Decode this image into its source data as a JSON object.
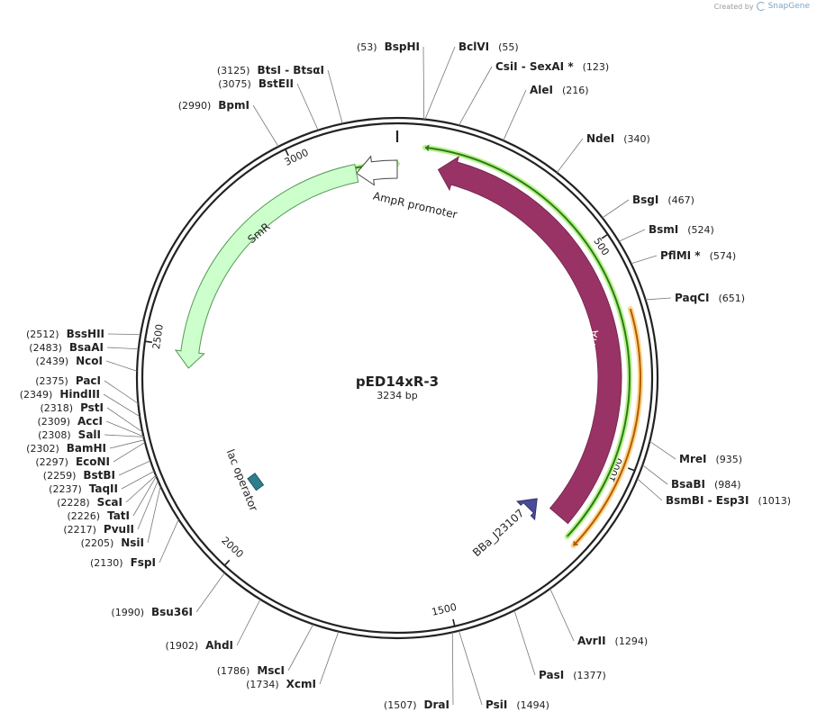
{
  "credit": {
    "created_by": "Created by",
    "brand": "SnapGene"
  },
  "plasmid": {
    "name": "pED14xR-3",
    "size_label": "3234 bp",
    "length": 3234
  },
  "ticks": [
    {
      "bp": 500,
      "label": "500"
    },
    {
      "bp": 1000,
      "label": "1000"
    },
    {
      "bp": 1500,
      "label": "1500"
    },
    {
      "bp": 2000,
      "label": "2000"
    },
    {
      "bp": 2500,
      "label": "2500"
    },
    {
      "bp": 3000,
      "label": "3000"
    }
  ],
  "features": [
    {
      "name": "AmpR promoter",
      "label": "AmpR promoter",
      "start": 3133,
      "end": 3234,
      "direction": "reverse",
      "fill": "#ffffff",
      "stroke": "#444444",
      "kind": "promoter"
    },
    {
      "name": "SmR",
      "label": "SmR",
      "start": 2450,
      "end": 3133,
      "direction": "reverse",
      "fill": "#ccffcc",
      "stroke": "#559955",
      "kind": "cds"
    },
    {
      "name": "trfA",
      "label": "trfA",
      "start": 100,
      "end": 1172,
      "direction": "reverse",
      "fill": "#993366",
      "stroke": "#7a2850",
      "kind": "cds"
    },
    {
      "name": "BBa_J23107",
      "label": "BBa_J23107",
      "start": 1175,
      "end": 1210,
      "direction": "reverse",
      "fill": "#4b4b9a",
      "stroke": "#33336e",
      "kind": "promoter"
    },
    {
      "name": "lac operator",
      "label": "lac operator",
      "start": 2090,
      "end": 2110,
      "direction": "none",
      "fill": "#2e7e8e",
      "stroke": "#1f5863",
      "kind": "operator"
    }
  ],
  "arcs": [
    {
      "name": "smr-outer-arc",
      "start": 3000,
      "end": 3234,
      "color": "#2d7a1a",
      "glow": "#b7f28a",
      "direction": "reverse"
    },
    {
      "name": "trfa-outer-arc",
      "start": 62,
      "end": 1195,
      "color": "#2d7a1a",
      "glow": "#b7f28a",
      "direction": "reverse"
    },
    {
      "name": "orange-arc",
      "start": 660,
      "end": 1200,
      "color": "#b25c00",
      "glow": "#ffd48a",
      "direction": "forward"
    }
  ],
  "sites": [
    {
      "name": "BspHI",
      "pos": "(53)",
      "bp": 53
    },
    {
      "name": "BclVI",
      "pos": "(55)",
      "bp": 55
    },
    {
      "name": "CsiI  - SexAI *",
      "pos": "(123)",
      "bp": 123
    },
    {
      "name": "AleI",
      "pos": "(216)",
      "bp": 216
    },
    {
      "name": "NdeI",
      "pos": "(340)",
      "bp": 340
    },
    {
      "name": "BsgI",
      "pos": "(467)",
      "bp": 467
    },
    {
      "name": "BsmI",
      "pos": "(524)",
      "bp": 524
    },
    {
      "name": "PflMI *",
      "pos": "(574)",
      "bp": 574
    },
    {
      "name": "PaqCI",
      "pos": "(651)",
      "bp": 651
    },
    {
      "name": "MreI",
      "pos": "(935)",
      "bp": 935
    },
    {
      "name": "BsaBI",
      "pos": "(984)",
      "bp": 984
    },
    {
      "name": "BsmBI  - Esp3I",
      "pos": "(1013)",
      "bp": 1013
    },
    {
      "name": "AvrII",
      "pos": "(1294)",
      "bp": 1294
    },
    {
      "name": "PasI",
      "pos": "(1377)",
      "bp": 1377
    },
    {
      "name": "PsiI",
      "pos": "(1494)",
      "bp": 1494
    },
    {
      "name": "DraI",
      "pos": "(1507)",
      "bp": 1507
    },
    {
      "name": "XcmI",
      "pos": "(1734)",
      "bp": 1734
    },
    {
      "name": "MscI",
      "pos": "(1786)",
      "bp": 1786
    },
    {
      "name": "AhdI",
      "pos": "(1902)",
      "bp": 1902
    },
    {
      "name": "Bsu36I",
      "pos": "(1990)",
      "bp": 1990
    },
    {
      "name": "FspI",
      "pos": "(2130)",
      "bp": 2130
    },
    {
      "name": "NsiI",
      "pos": "(2205)",
      "bp": 2205
    },
    {
      "name": "PvuII",
      "pos": "(2217)",
      "bp": 2217
    },
    {
      "name": "TatI",
      "pos": "(2226)",
      "bp": 2226
    },
    {
      "name": "ScaI",
      "pos": "(2228)",
      "bp": 2228
    },
    {
      "name": "TaqII",
      "pos": "(2237)",
      "bp": 2237
    },
    {
      "name": "BstBI",
      "pos": "(2259)",
      "bp": 2259
    },
    {
      "name": "EcoNI",
      "pos": "(2297)",
      "bp": 2297
    },
    {
      "name": "BamHI",
      "pos": "(2302)",
      "bp": 2302
    },
    {
      "name": "SalI",
      "pos": "(2308)",
      "bp": 2308
    },
    {
      "name": "AccI",
      "pos": "(2309)",
      "bp": 2309
    },
    {
      "name": "PstI",
      "pos": "(2318)",
      "bp": 2318
    },
    {
      "name": "HindIII",
      "pos": "(2349)",
      "bp": 2349
    },
    {
      "name": "PacI",
      "pos": "(2375)",
      "bp": 2375
    },
    {
      "name": "NcoI",
      "pos": "(2439)",
      "bp": 2439
    },
    {
      "name": "BsaAI",
      "pos": "(2483)",
      "bp": 2483
    },
    {
      "name": "BssHII",
      "pos": "(2512)",
      "bp": 2512
    },
    {
      "name": "BpmI",
      "pos": "(2990)",
      "bp": 2990
    },
    {
      "name": "BstEII",
      "pos": "(3075)",
      "bp": 3075
    },
    {
      "name": "BtsI  - BtsαI",
      "pos": "(3125)",
      "bp": 3125
    }
  ]
}
